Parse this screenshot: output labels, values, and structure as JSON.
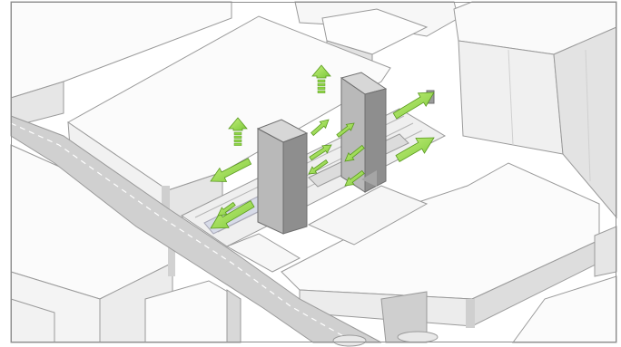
{
  "diagram": {
    "kind": "isometric-massing-airflow",
    "colors": {
      "ground": "#ffffff",
      "line": "#9a9a9a",
      "building_light": "#f6f6f6",
      "building_side": "#e4e4e4",
      "building_shadow": "#cfcfcf",
      "tower_front": "#b9b9b9",
      "tower_side": "#8e8e8e",
      "tower_top": "#d7d7d7",
      "road": "#c9c9c9",
      "arrow_fill": "#9be04a",
      "arrow_stroke": "#5a9a1f",
      "frame": "#8d8d8d"
    },
    "arrow_count": 13,
    "tower_count": 2
  }
}
